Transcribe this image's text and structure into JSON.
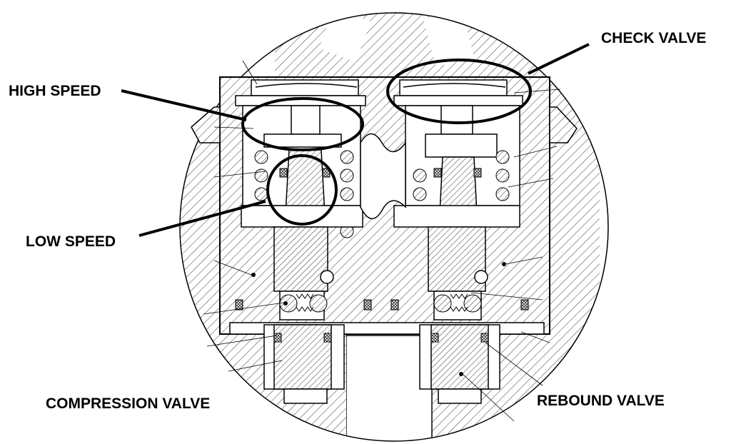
{
  "labels": {
    "high_speed": "HIGH SPEED",
    "check_valve": "CHECK VALVE",
    "low_speed": "LOW SPEED",
    "compression_valve": "COMPRESSION VALVE",
    "rebound_valve": "REBOUND VALVE"
  },
  "colors": {
    "ink": "#000000",
    "hatch": "#4a4a4a",
    "paper": "#ffffff"
  }
}
